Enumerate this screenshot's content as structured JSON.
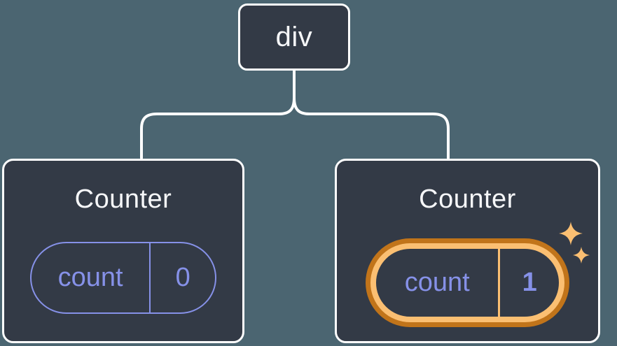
{
  "page": {
    "background": "#4b6571"
  },
  "colors": {
    "canvas-bg": "#4b6571",
    "node-bg": "#333a46",
    "node-border": "#ffffff",
    "text-primary": "#f6f7f9",
    "accent-purple": "#8691e8",
    "highlight-orange-dark": "#c1741a",
    "highlight-orange-light": "#fbbf72"
  },
  "tree": {
    "root": {
      "label": "div"
    },
    "children": [
      {
        "title": "Counter",
        "state": {
          "key": "count",
          "value": "0"
        },
        "highlighted": false
      },
      {
        "title": "Counter",
        "state": {
          "key": "count",
          "value": "1"
        },
        "highlighted": true
      }
    ]
  },
  "icons": {
    "sparkles": "✦ four-point sparkle stars"
  }
}
